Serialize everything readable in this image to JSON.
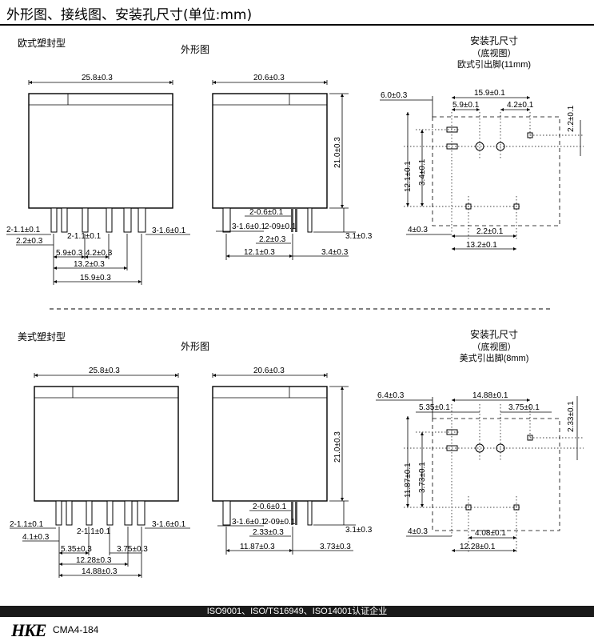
{
  "page": {
    "title": "外形图、接线图、安装孔尺寸(单位:mm)"
  },
  "european": {
    "section_label": "欧式塑封型",
    "outline_label": "外形图",
    "front_dims": {
      "width": "25.8±0.3",
      "pin_pitch_left": "2-1.1±0.1",
      "pin_offset": "2.2±0.3",
      "pin_pitch_mid": "2-1.1±0.1",
      "pin_width_right": "3-1.6±0.1",
      "pitch_a": "5.9±0.3",
      "pitch_b": "4.2±0.3",
      "pitch_c": "13.2±0.3",
      "pitch_total": "15.9±0.3"
    },
    "side_dims": {
      "width": "20.6±0.3",
      "height": "21.0±0.3",
      "pin_thk_a": "2-0.6±0.1",
      "pin_thk_b": "3-1.6±0.1",
      "pin_thk_c": "2-09±0.1",
      "pin_spacing": "2.2±0.3",
      "pin_length": "3.1±0.3",
      "offset_total": "12.1±0.3",
      "offset_right": "3.4±0.3"
    },
    "mount_title": "安装孔尺寸",
    "mount_view": "（底视图）",
    "mount_pin": "欧式引出脚(11mm)",
    "mount_dims": {
      "edge": "6.0±0.3",
      "top_span": "15.9±0.1",
      "left_pitch": "5.9±0.1",
      "right_pitch": "4.2±0.1",
      "right_v": "2.2±0.1",
      "left_v_total": "12.1±0.1",
      "left_v_inner": "3.4±0.1",
      "bottom_edge": "4±0.3",
      "bottom_a": "2.2±0.1",
      "bottom_total": "13.2±0.1"
    }
  },
  "american": {
    "section_label": "美式塑封型",
    "outline_label": "外形图",
    "front_dims": {
      "width": "25.8±0.3",
      "pin_pitch_left": "2-1.1±0.1",
      "pin_offset": "4.1±0.3",
      "pin_pitch_mid": "2-1.1±0.1",
      "pin_width_right": "3-1.6±0.1",
      "pitch_a": "5.35±0.3",
      "pitch_b": "3.75±0.3",
      "pitch_c": "12.28±0.3",
      "pitch_total": "14.88±0.3"
    },
    "side_dims": {
      "width": "20.6±0.3",
      "height": "21.0±0.3",
      "pin_thk_a": "2-0.6±0.1",
      "pin_thk_b": "3-1.6±0.1",
      "pin_thk_c": "2-09±0.1",
      "pin_spacing": "2.33±0.3",
      "pin_length": "3.1±0.3",
      "offset_total": "11.87±0.3",
      "offset_right": "3.73±0.3"
    },
    "mount_title": "安装孔尺寸",
    "mount_view": "（底视图）",
    "mount_pin": "美式引出脚(8mm)",
    "mount_dims": {
      "edge": "6.4±0.3",
      "top_span": "14.88±0.1",
      "left_pitch": "5.35±0.1",
      "right_pitch": "3.75±0.1",
      "right_v": "2.33±0.1",
      "left_v_total": "11.87±0.1",
      "left_v_inner": "3.73±0.1",
      "bottom_edge": "4±0.3",
      "bottom_a": "4.08±0.1",
      "bottom_total": "12.28±0.1"
    }
  },
  "footer": {
    "certifications": "ISO9001、ISO/TS16949、ISO14001认证企业",
    "logo": "HKE",
    "model": "CMA4-184"
  }
}
